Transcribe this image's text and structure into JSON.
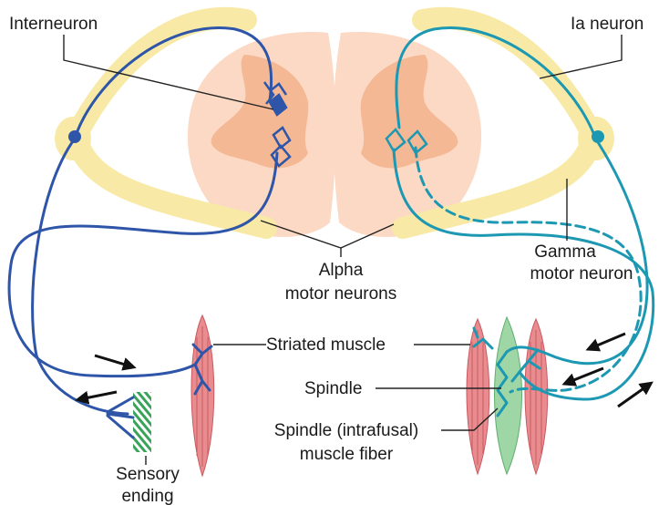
{
  "labels": {
    "interneuron": "Interneuron",
    "ia_neuron": "Ia neuron",
    "alpha_line1": "Alpha",
    "alpha_line2": "motor neurons",
    "gamma_line1": "Gamma",
    "gamma_line2": "motor neuron",
    "striated_muscle": "Striated muscle",
    "spindle": "Spindle",
    "intrafusal_line1": "Spindle (intrafusal)",
    "intrafusal_line2": "muscle fiber",
    "sensory_line1": "Sensory",
    "sensory_line2": "ending"
  },
  "colors": {
    "left_neuron": "#2e55a8",
    "right_neuron": "#1d98b2",
    "nerve_sheath": "#f8eaa6",
    "spinal_cord": "#fbd9c4",
    "grey_matter": "#f4b894",
    "muscle": "#e98c90",
    "spindle": "#9fd6a6",
    "sensory_ending": "#3aa35a",
    "leader_line": "#222222"
  }
}
